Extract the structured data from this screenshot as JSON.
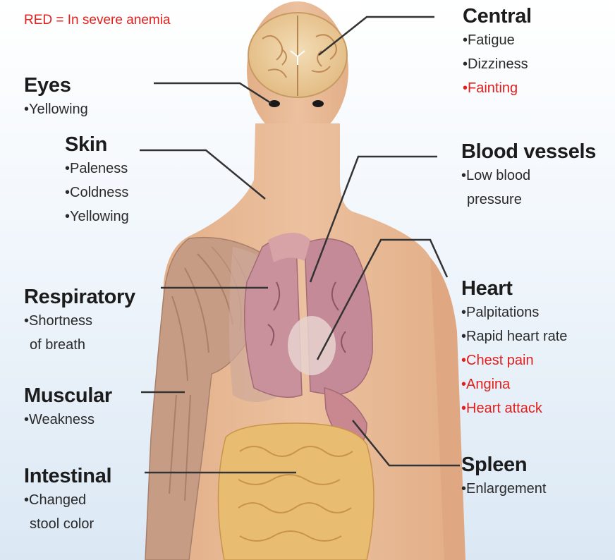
{
  "legend": "RED = In severe anemia",
  "groups": {
    "central": {
      "title": "Central",
      "items": [
        {
          "text": "•Fatigue",
          "severe": false
        },
        {
          "text": "•Dizziness",
          "severe": false
        },
        {
          "text": "•Fainting",
          "severe": true
        }
      ]
    },
    "eyes": {
      "title": "Eyes",
      "items": [
        {
          "text": "•Yellowing",
          "severe": false
        }
      ]
    },
    "skin": {
      "title": "Skin",
      "items": [
        {
          "text": "•Paleness",
          "severe": false
        },
        {
          "text": "•Coldness",
          "severe": false
        },
        {
          "text": "•Yellowing",
          "severe": false
        }
      ]
    },
    "vessels": {
      "title": "Blood vessels",
      "items": [
        {
          "text": "•Low blood",
          "severe": false
        },
        {
          "text": "pressure",
          "severe": false
        }
      ]
    },
    "respiratory": {
      "title": "Respiratory",
      "items": [
        {
          "text": "•Shortness",
          "severe": false
        },
        {
          "text": "of breath",
          "severe": false
        }
      ]
    },
    "heart": {
      "title": "Heart",
      "items": [
        {
          "text": "•Palpitations",
          "severe": false
        },
        {
          "text": "•Rapid heart rate",
          "severe": false
        },
        {
          "text": "•Chest pain",
          "severe": true
        },
        {
          "text": "•Angina",
          "severe": true
        },
        {
          "text": "•Heart attack",
          "severe": true
        }
      ]
    },
    "muscular": {
      "title": "Muscular",
      "items": [
        {
          "text": "•Weakness",
          "severe": false
        }
      ]
    },
    "intestinal": {
      "title": "Intestinal",
      "items": [
        {
          "text": "•Changed",
          "severe": false
        },
        {
          "text": "stool color",
          "severe": false
        }
      ]
    },
    "spleen": {
      "title": "Spleen",
      "items": [
        {
          "text": "•Enlargement",
          "severe": false
        }
      ]
    }
  },
  "colors": {
    "skin": "#e8b894",
    "muscle": "#c99a82",
    "lung": "#c98a92",
    "intestine": "#e6bb72",
    "brain": "#eed3a8",
    "severe": "#e0201d",
    "leader": "#333333",
    "background": "#e4eef8"
  }
}
